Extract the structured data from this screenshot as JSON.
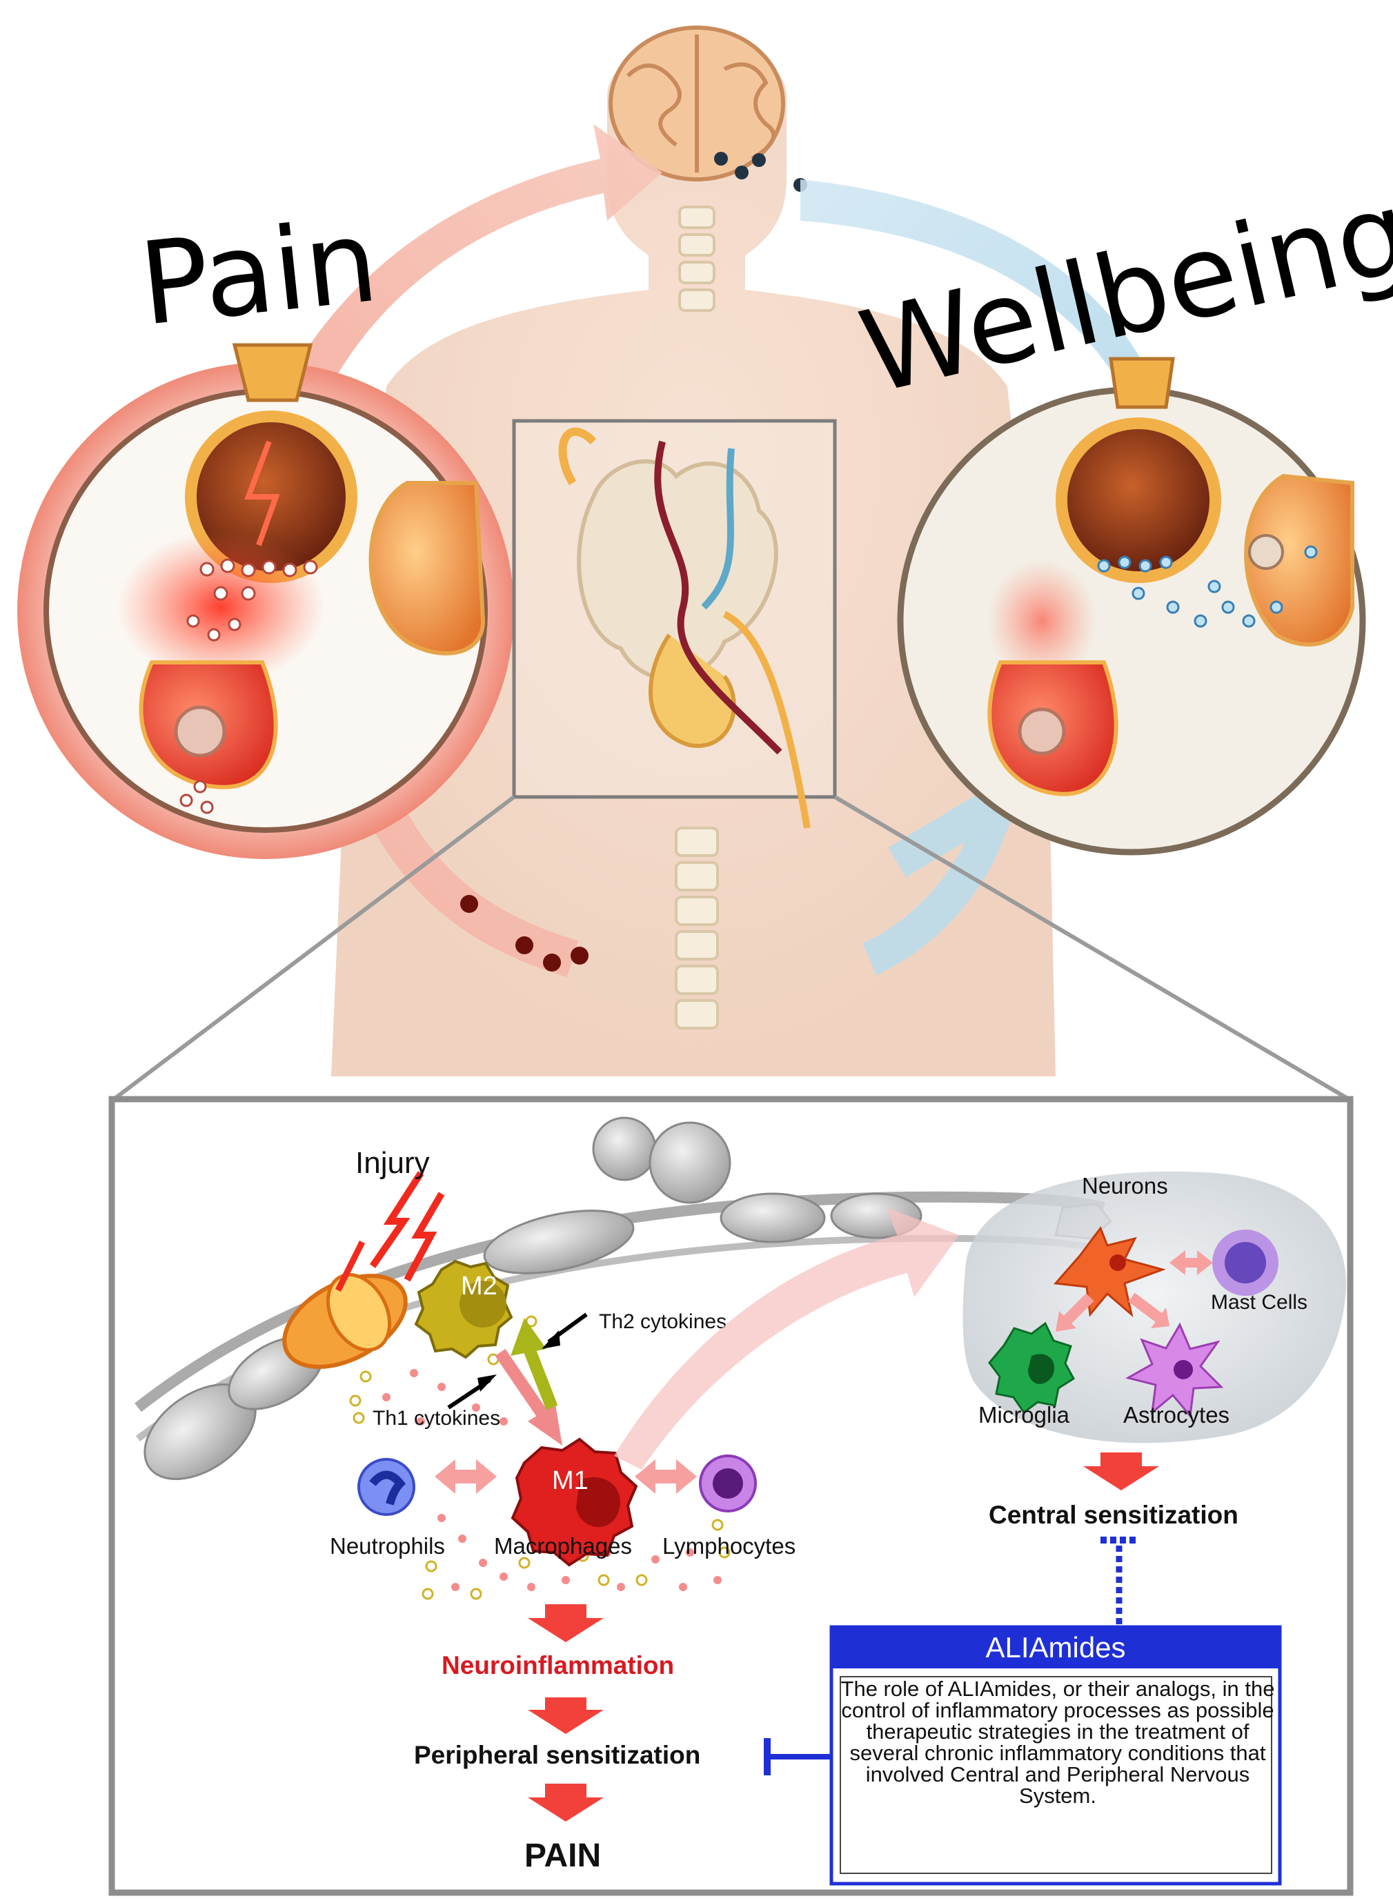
{
  "headings": {
    "pain": "Pain",
    "wellbeing": "Wellbeing"
  },
  "labels": {
    "injury": "Injury",
    "m2": "M2",
    "m1": "M1",
    "th2": "Th2 cytokines",
    "th1": "Th1 cytokines",
    "neutrophils": "Neutrophils",
    "macrophages": "Macrophages",
    "lymphocytes": "Lymphocytes",
    "neurons": "Neurons",
    "mast_cells": "Mast Cells",
    "microglia": "Microglia",
    "astrocytes": "Astrocytes"
  },
  "flow": {
    "neuroinflammation": "Neuroinflammation",
    "peripheral": "Peripheral sensitization",
    "pain": "PAIN",
    "central": "Central sensitization"
  },
  "aliamides": {
    "title": "ALIAmides",
    "description": "The role of ALIAmides, or their analogs, in the control of inflammatory processes as possible therapeutic strategies in the treatment of several chronic inflammatory conditions that involved Central and Peripheral Nervous System."
  },
  "colors": {
    "pain_red": "#e8342a",
    "aliamides_blue": "#1f2fd6",
    "arrow_pink": "#f58f8f",
    "arrow_green": "#a8b61a",
    "neuroinflammation_red": "#d71920"
  }
}
